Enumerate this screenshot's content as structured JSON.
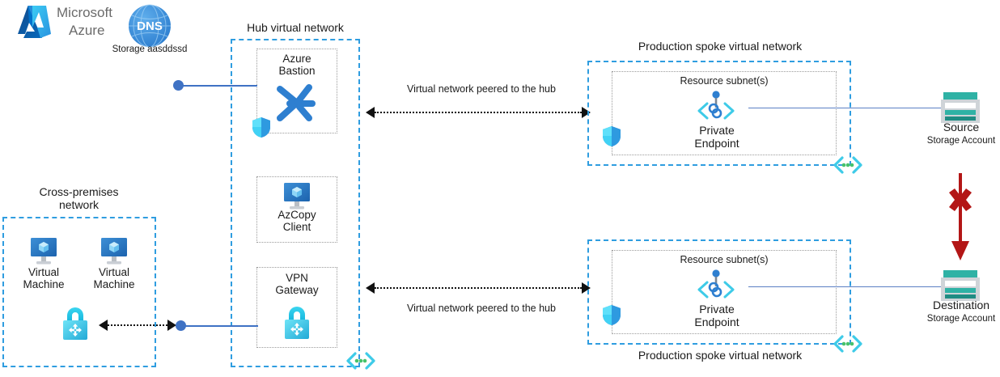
{
  "brand": {
    "logo_name": "azure-logo",
    "title_line1": "Microsoft",
    "title_line2": "Azure",
    "accent": "#0078D4"
  },
  "dns": {
    "icon_label": "DNS",
    "caption": "Storage aasddssd",
    "color": "#3B8FDE"
  },
  "networks": {
    "hub": {
      "title": "Hub virtual network",
      "resources": [
        {
          "name": "azure-bastion",
          "label": "Azure\nBastion",
          "icon": "bastion-icon"
        },
        {
          "name": "azcopy-client",
          "label": "AzCopy\nClient",
          "icon": "vm-monitor-icon"
        },
        {
          "name": "vpn-gateway",
          "label": "VPN\nGateway",
          "icon": "vpn-lock-icon"
        }
      ]
    },
    "cross_premises": {
      "title": "Cross-premises\nnetwork",
      "machines": [
        {
          "label": "Virtual\nMachine"
        },
        {
          "label": "Virtual\nMachine"
        }
      ],
      "gateway_icon": "vpn-lock-icon"
    },
    "spoke_top": {
      "title": "Production spoke virtual network",
      "subnet_label": "Resource subnet(s)",
      "endpoint_label": "Private\nEndpoint",
      "title_position": "above"
    },
    "spoke_bottom": {
      "title": "Production spoke virtual network",
      "subnet_label": "Resource subnet(s)",
      "endpoint_label": "Private\nEndpoint",
      "title_position": "below"
    }
  },
  "peering": {
    "top_label": "Virtual network peered to the hub",
    "bottom_label": "Virtual network peered to the hub",
    "icon": "peering-icon"
  },
  "storage": {
    "source": {
      "name": "Source",
      "subtitle": "Storage Account"
    },
    "destination": {
      "name": "Destination",
      "subtitle": "Storage Account"
    },
    "color": "#2FB2A5",
    "blocked_arrow": {
      "name": "blocked-copy-arrow",
      "color": "#B31616"
    }
  },
  "colors": {
    "vnet_border": "#2f9de0",
    "subnet_border": "#9b9b9b",
    "connector": "#3f72c4",
    "shield_light": "#41D2F5",
    "shield_dark": "#1E7FD4",
    "peering_green": "#46C26B"
  }
}
